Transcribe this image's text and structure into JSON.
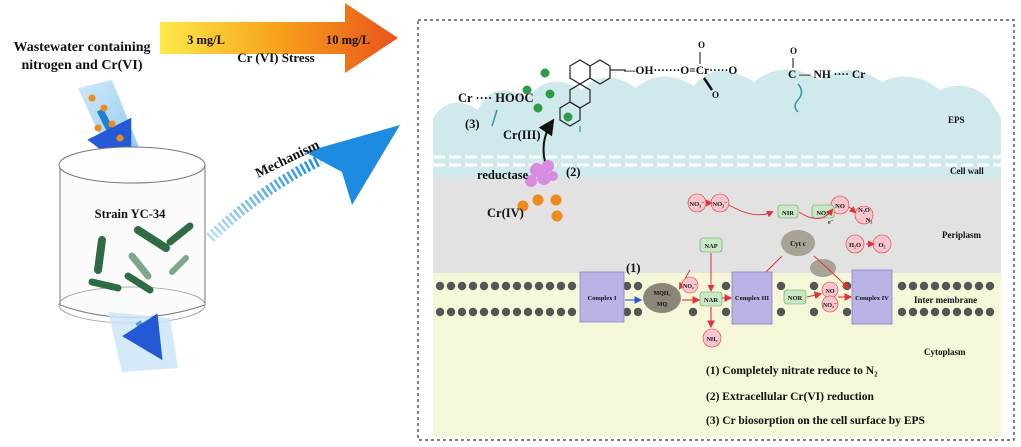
{
  "left": {
    "wastewater_line1": "Wastewater containing",
    "wastewater_line2": "nitrogen and Cr(VI)",
    "strain": "Strain YC-34",
    "mechanism": "Mechanism"
  },
  "stress": {
    "low": "3 mg/L",
    "high": "10 mg/L",
    "label": "Cr (VI) Stress"
  },
  "eps": {
    "region": "EPS",
    "hooc": "Cr ···· HOOC",
    "oh": "—OH·······O=Cr·····O",
    "o_top": "O",
    "o_bottom": "O",
    "o_amide": "O",
    "amide": "C — NH ···· Cr",
    "cr3": "Cr(III)",
    "step3": "(3)"
  },
  "wall": {
    "region": "Cell wall",
    "reductase": "reductase",
    "step2": "(2)",
    "cr4": "Cr(IV)"
  },
  "periplasm": {
    "region": "Periplasm",
    "nap": "NAP",
    "nir": "NIR",
    "nos": "NOS",
    "cytc": "Cyt c",
    "no3": "NO₃⁻",
    "no2": "NO₂⁻",
    "no2b": "NO₂⁻",
    "no": "NO",
    "n2o": "N₂O",
    "n2": "N₂",
    "h2o": "H₂O",
    "o2": "O₂",
    "e": "e⁻"
  },
  "membrane": {
    "region": "Inter membrane",
    "step1": "(1)",
    "complex1": "Complex I",
    "complex3": "Complex III",
    "complex4": "Complex IV",
    "mqh2": "MQH₂",
    "mq": "MQ",
    "nar": "NAR",
    "nor": "NOR",
    "no3": "NO₃⁻",
    "no2": "NO₂⁻",
    "no": "NO"
  },
  "cytoplasm": {
    "region": "Cytoplasm",
    "nh3": "NH₃",
    "legend1": "(1) Completely nitrate reduce to N₂",
    "legend2": "(2) Extracellular Cr(VI) reduction",
    "legend3": "(3) Cr biosorption on the cell surface by EPS"
  },
  "colors": {
    "eps_fill": "#cfe9ec",
    "periplasm_fill": "#e2e2e2",
    "cytoplasm_fill": "#f6f6d8",
    "complex_fill": "#b9b3e6",
    "nitrogen_pink": "#f7c6cf",
    "green_node": "#c9e8c4",
    "cr3_green": "#2f9b48",
    "cr4_orange": "#f08a1c",
    "arrow_blue": "#2a8fd8",
    "reductase_purple": "#d98be0"
  }
}
